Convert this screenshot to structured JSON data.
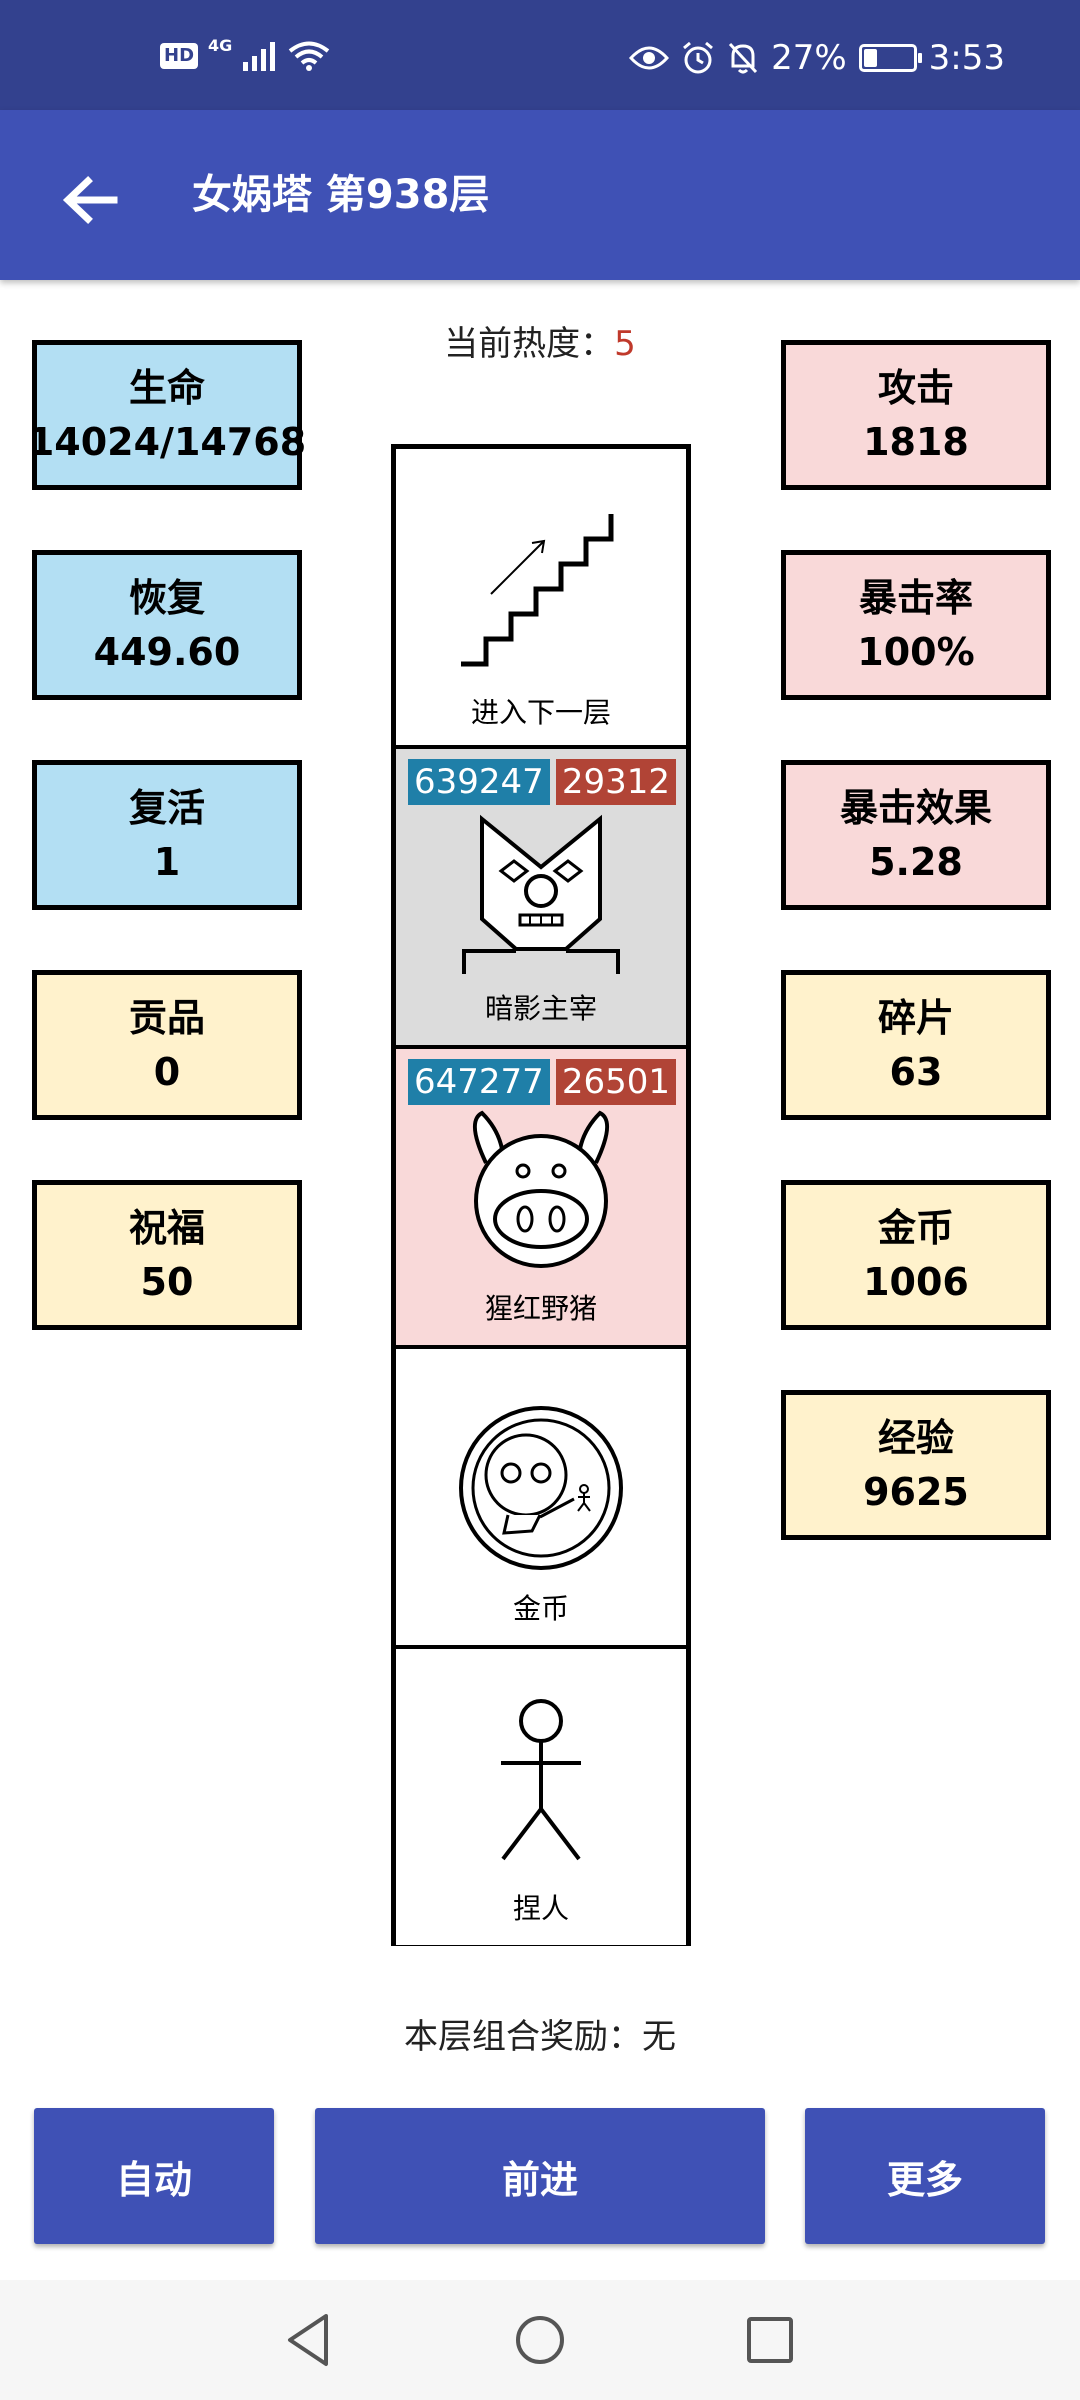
{
  "status_bar": {
    "network_badge": "HD",
    "signal_label": "4G",
    "battery_percent": "27%",
    "battery_level": 0.27,
    "time": "3:53"
  },
  "app_bar": {
    "title": "女娲塔 第938层"
  },
  "heat": {
    "label": "当前热度：",
    "value": "5"
  },
  "stats_left": [
    {
      "label": "生命",
      "value": "14024/14768"
    },
    {
      "label": "恢复",
      "value": "449.60"
    },
    {
      "label": "复活",
      "value": "1"
    },
    {
      "label": "贡品",
      "value": "0"
    },
    {
      "label": "祝福",
      "value": "50"
    }
  ],
  "stats_right": [
    {
      "label": "攻击",
      "value": "1818"
    },
    {
      "label": "暴击率",
      "value": "100%"
    },
    {
      "label": "暴击效果",
      "value": "5.28"
    },
    {
      "label": "碎片",
      "value": "63"
    },
    {
      "label": "金币",
      "value": "1006"
    },
    {
      "label": "经验",
      "value": "9625"
    }
  ],
  "tower": {
    "cells": [
      {
        "label": "进入下一层",
        "icon": "stairs-icon"
      },
      {
        "label": "暗影主宰",
        "icon": "shadow-lord-icon",
        "hp": "639247",
        "atk": "29312"
      },
      {
        "label": "猩红野猪",
        "icon": "boar-icon",
        "hp": "647277",
        "atk": "26501"
      },
      {
        "label": "金币",
        "icon": "gold-coin-icon"
      },
      {
        "label": "捏人",
        "icon": "stick-figure-icon"
      }
    ]
  },
  "reward": {
    "text": "本层组合奖励：无"
  },
  "buttons": {
    "auto": "自动",
    "forward": "前进",
    "more": "更多"
  },
  "colors": {
    "status_bar": "#33418e",
    "app_bar": "#3f51b5",
    "button": "#3f51b5",
    "stat_blue": "#b3dff3",
    "stat_pink": "#f9d9d9",
    "stat_yellow": "#fff2cc",
    "hp_badge": "#1f7fa8",
    "atk_badge": "#b14436",
    "heat_value": "#c0392b"
  }
}
